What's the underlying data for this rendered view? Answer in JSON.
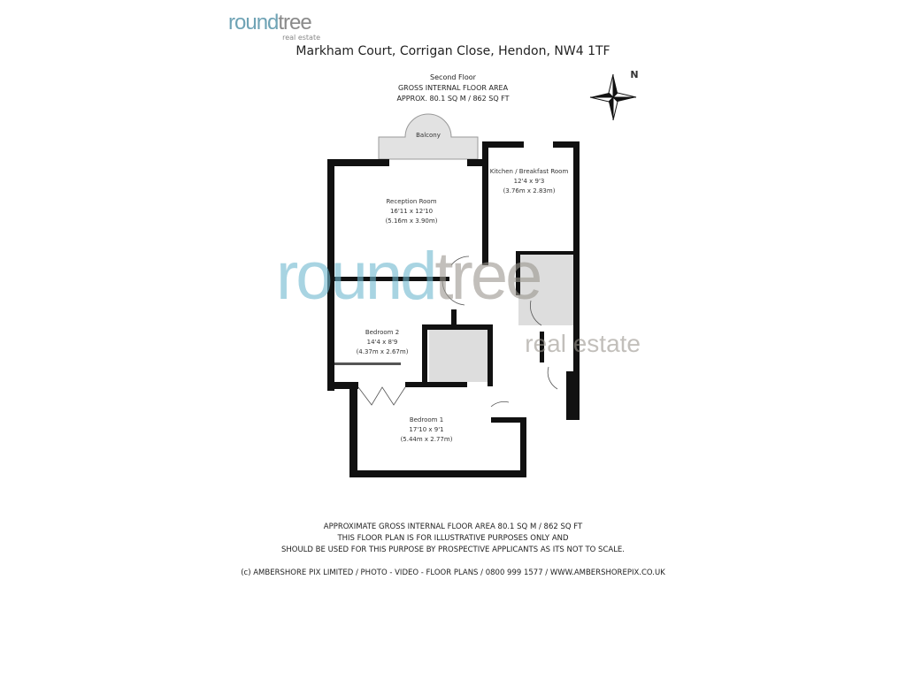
{
  "logo": {
    "main_a": "round",
    "main_b": "tree",
    "sub": "real estate"
  },
  "title": "Markham Court, Corrigan Close, Hendon, NW4 1TF",
  "floor": {
    "name": "Second Floor",
    "area_heading": "GROSS INTERNAL FLOOR AREA",
    "area": "APPROX. 80.1 SQ M / 862 SQ FT"
  },
  "compass": {
    "label": "N",
    "icon": "compass-rose-icon"
  },
  "rooms": [
    {
      "name": "Balcony"
    },
    {
      "name": "Kitchen / Breakfast Room",
      "imperial": "12'4 x 9'3",
      "metric": "(3.76m x 2.83m)"
    },
    {
      "name": "Reception Room",
      "imperial": "16'11 x 12'10",
      "metric": "(5.16m x 3.90m)"
    },
    {
      "name": "Bedroom 2",
      "imperial": "14'4 x 8'9",
      "metric": "(4.37m x 2.67m)"
    },
    {
      "name": "Bedroom 1",
      "imperial": "17'10 x 9'1",
      "metric": "(5.44m x 2.77m)"
    }
  ],
  "watermark": {
    "a": "round",
    "b": "tree",
    "sub": "real estate"
  },
  "footer": {
    "line1": "APPROXIMATE GROSS INTERNAL FLOOR AREA 80.1 SQ M / 862 SQ FT",
    "line2": "THIS FLOOR PLAN IS FOR ILLUSTRATIVE PURPOSES ONLY AND",
    "line3": "SHOULD BE USED FOR THIS PURPOSE BY PROSPECTIVE APPLICANTS AS ITS NOT TO SCALE.",
    "copyright": "(c) AMBERSHORE PIX LIMITED / PHOTO - VIDEO - FLOOR PLANS / 0800 999 1577 / WWW.AMBERSHOREPIX.CO.UK"
  },
  "colors": {
    "wall": "#111111",
    "wet_room": "#d9d9d9",
    "watermark_blue": "#6fb8cf",
    "watermark_grey": "#9a968e"
  }
}
